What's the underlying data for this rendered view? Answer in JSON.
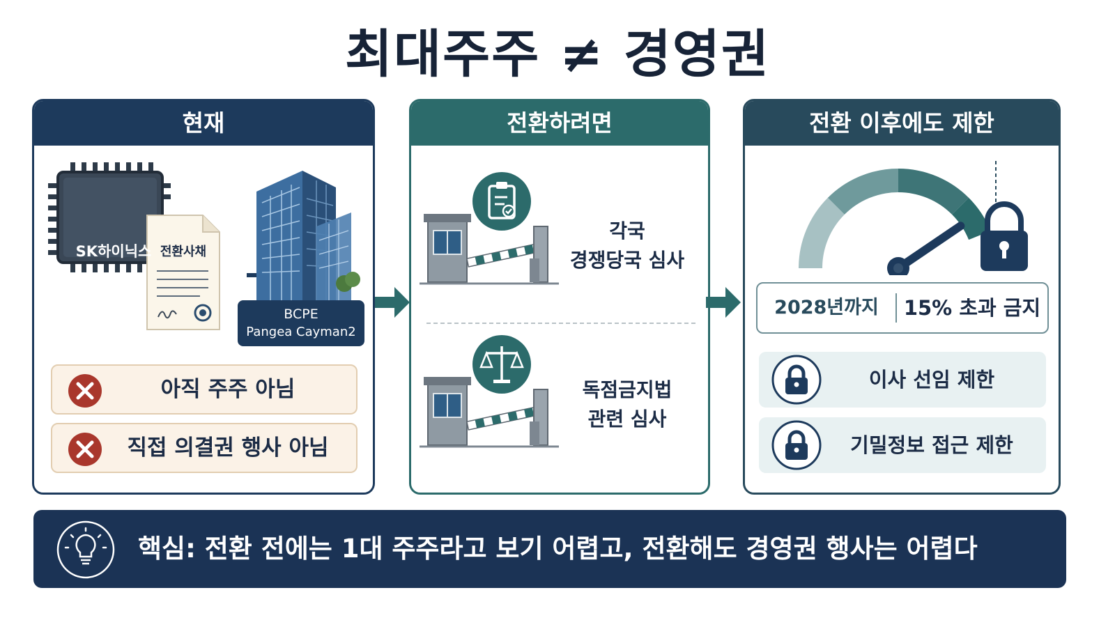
{
  "title": "최대주주 ≠ 경영권",
  "colors": {
    "navy": "#1d3a5c",
    "teal": "#2c6b6b",
    "slate_teal": "#284a5c",
    "red_icon": "#a9372c"
  },
  "panels": {
    "current": {
      "header": "현재",
      "chip_label": "SK하이닉스",
      "doc_label": "전환사채",
      "entity_line1": "BCPE",
      "entity_line2": "Pangea Cayman2",
      "status": [
        {
          "icon": "x-circle-icon",
          "text": "아직 주주 아님"
        },
        {
          "icon": "x-circle-icon",
          "text": "직접 의결권 행사 아님"
        }
      ]
    },
    "to_convert": {
      "header": "전환하려면",
      "reviews": [
        {
          "icon": "clipboard-check-icon",
          "line1": "각국",
          "line2": "경쟁당국 심사"
        },
        {
          "icon": "scales-icon",
          "line1": "독점금지법",
          "line2": "관련 심사"
        }
      ]
    },
    "after_conversion": {
      "header": "전환 이후에도 제한",
      "gauge_level": 0.9,
      "until": "2028년까지",
      "limit": "15% 초과 금지",
      "restrictions": [
        {
          "icon": "lock-icon",
          "text": "이사 선임 제한"
        },
        {
          "icon": "lock-icon",
          "text": "기밀정보 접근 제한"
        }
      ]
    }
  },
  "footer": {
    "icon": "lightbulb-icon",
    "text": "핵심: 전환 전에는 1대 주주라고 보기 어렵고, 전환해도 경영권 행사는 어렵다"
  }
}
